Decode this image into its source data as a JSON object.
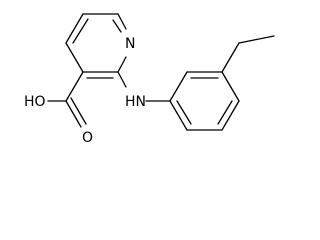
{
  "molecule": {
    "atoms": {
      "ring_nitrogen": "N",
      "carboxyl_oh": "HO",
      "carboxyl_o": "O",
      "amine_nh": "HN"
    }
  },
  "colors": {
    "bond": "#000000",
    "label": "#000000",
    "background": "#ffffff"
  }
}
